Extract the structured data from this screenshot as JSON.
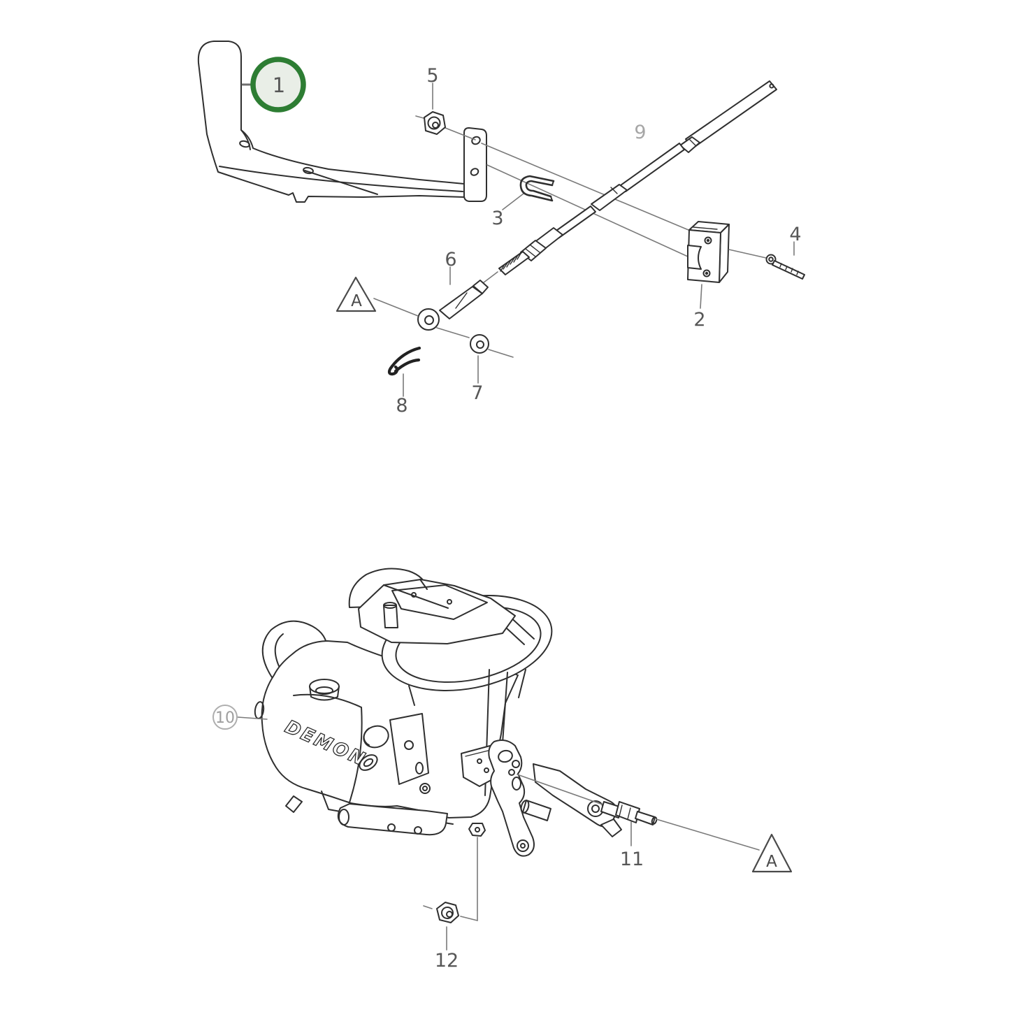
{
  "page": {
    "background": "#ffffff",
    "type": "exploded-parts-diagram"
  },
  "palette": {
    "art_line": "#2f2f2f",
    "leader_line": "#7a7a7a",
    "label_dark": "#575757",
    "label_light": "#a6a6a6",
    "highlight_ring": "#2d7d33",
    "highlight_fill": "#e9eee7"
  },
  "callouts": {
    "c1": {
      "label": "1",
      "style": "highlighted-circle"
    },
    "c2": {
      "label": "2",
      "style": "plain"
    },
    "c3": {
      "label": "3",
      "style": "plain"
    },
    "c4": {
      "label": "4",
      "style": "plain"
    },
    "c5": {
      "label": "5",
      "style": "plain"
    },
    "c6": {
      "label": "6",
      "style": "plain"
    },
    "c7": {
      "label": "7",
      "style": "plain"
    },
    "c8": {
      "label": "8",
      "style": "plain"
    },
    "c9": {
      "label": "9",
      "style": "plain-light"
    },
    "c10": {
      "label": "10",
      "style": "circled-light"
    },
    "c11": {
      "label": "11",
      "style": "plain"
    },
    "c12": {
      "label": "12",
      "style": "plain"
    }
  },
  "markers": {
    "top": {
      "label": "A"
    },
    "bottom": {
      "label": "A"
    }
  },
  "brand": {
    "logo_text": "DEMON"
  }
}
